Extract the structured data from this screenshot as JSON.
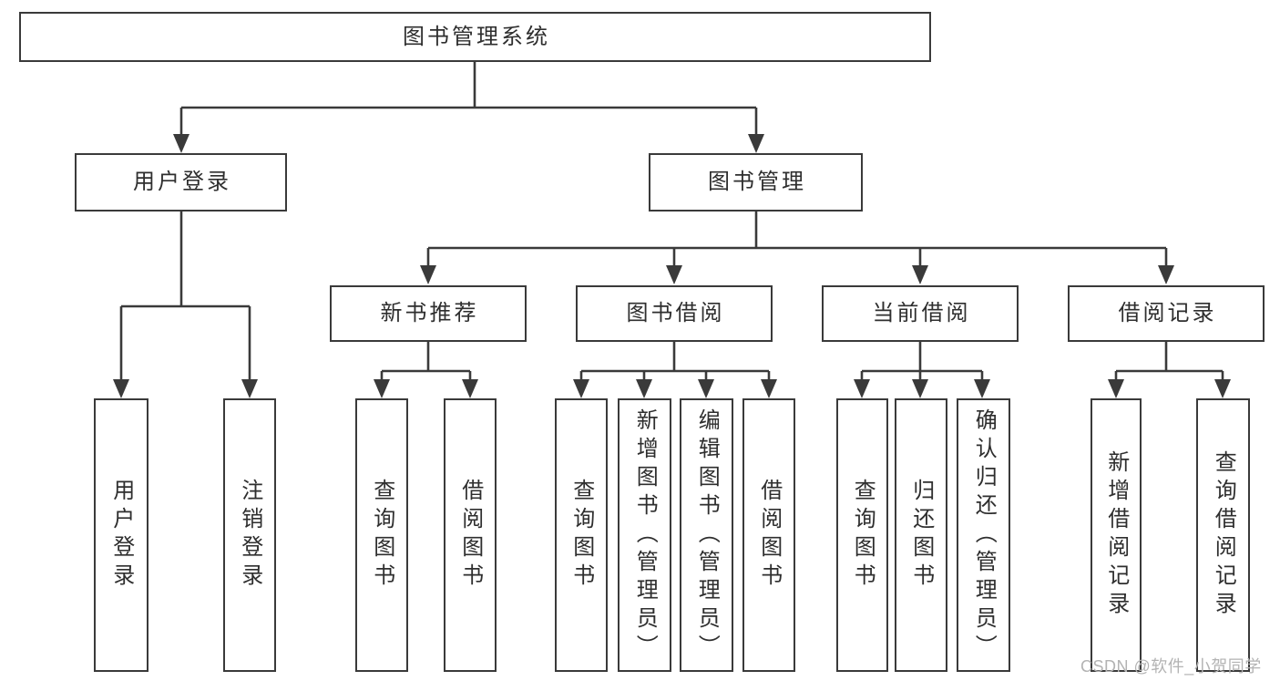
{
  "colors": {
    "line": "#3a3a3a",
    "text": "#2e2e2e",
    "watermark": "#b3b3b3"
  },
  "diagram": {
    "root": {
      "label": "图书管理系统"
    },
    "branches": [
      {
        "label": "用户登录",
        "children": [
          {
            "label": "用户登录"
          },
          {
            "label": "注销登录"
          }
        ]
      },
      {
        "label": "图书管理",
        "children": [
          {
            "label": "新书推荐",
            "children": [
              {
                "label": "查询图书"
              },
              {
                "label": "借阅图书"
              }
            ]
          },
          {
            "label": "图书借阅",
            "children": [
              {
                "label": "查询图书"
              },
              {
                "label": "新增图书（管理员）"
              },
              {
                "label": "编辑图书（管理员）"
              },
              {
                "label": "借阅图书"
              }
            ]
          },
          {
            "label": "当前借阅",
            "children": [
              {
                "label": "查询图书"
              },
              {
                "label": "归还图书"
              },
              {
                "label": "确认归还（管理员）"
              }
            ]
          },
          {
            "label": "借阅记录",
            "children": [
              {
                "label": "新增借阅记录"
              },
              {
                "label": "查询借阅记录"
              }
            ]
          }
        ]
      }
    ]
  },
  "watermark": {
    "text": "CSDN @软件_小贺同学"
  }
}
